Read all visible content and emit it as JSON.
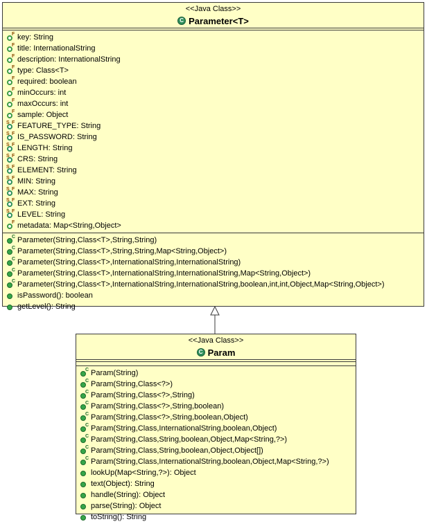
{
  "classes": {
    "parameter": {
      "stereotype": "<<Java Class>>",
      "name": "Parameter<T>",
      "icon_letter": "C",
      "fields": [
        {
          "text": "key: String",
          "kind": "final"
        },
        {
          "text": "title: InternationalString",
          "kind": "final"
        },
        {
          "text": "description: InternationalString",
          "kind": "final"
        },
        {
          "text": "type: Class<T>",
          "kind": "final"
        },
        {
          "text": "required: boolean",
          "kind": "final"
        },
        {
          "text": "minOccurs: int",
          "kind": "final"
        },
        {
          "text": "maxOccurs: int",
          "kind": "final"
        },
        {
          "text": "sample: Object",
          "kind": "final"
        },
        {
          "text": "FEATURE_TYPE: String",
          "kind": "static-final"
        },
        {
          "text": "IS_PASSWORD: String",
          "kind": "static-final"
        },
        {
          "text": "LENGTH: String",
          "kind": "static-final"
        },
        {
          "text": "CRS: String",
          "kind": "static-final"
        },
        {
          "text": "ELEMENT: String",
          "kind": "static-final"
        },
        {
          "text": "MIN: String",
          "kind": "static-final"
        },
        {
          "text": "MAX: String",
          "kind": "static-final"
        },
        {
          "text": "EXT: String",
          "kind": "static-final"
        },
        {
          "text": "LEVEL: String",
          "kind": "static-final"
        },
        {
          "text": "metadata: Map<String,Object>",
          "kind": "final"
        }
      ],
      "methods": [
        {
          "text": "Parameter(String,Class<T>,String,String)",
          "kind": "constructor"
        },
        {
          "text": "Parameter(String,Class<T>,String,String,Map<String,Object>)",
          "kind": "constructor"
        },
        {
          "text": "Parameter(String,Class<T>,InternationalString,InternationalString)",
          "kind": "constructor"
        },
        {
          "text": "Parameter(String,Class<T>,InternationalString,InternationalString,Map<String,Object>)",
          "kind": "constructor"
        },
        {
          "text": "Parameter(String,Class<T>,InternationalString,InternationalString,boolean,int,int,Object,Map<String,Object>)",
          "kind": "constructor"
        },
        {
          "text": "isPassword(): boolean",
          "kind": "method"
        },
        {
          "text": "getLevel(): String",
          "kind": "method"
        }
      ]
    },
    "param": {
      "stereotype": "<<Java Class>>",
      "name": "Param",
      "icon_letter": "C",
      "methods": [
        {
          "text": "Param(String)",
          "kind": "constructor"
        },
        {
          "text": "Param(String,Class<?>)",
          "kind": "constructor"
        },
        {
          "text": "Param(String,Class<?>,String)",
          "kind": "constructor"
        },
        {
          "text": "Param(String,Class<?>,String,boolean)",
          "kind": "constructor"
        },
        {
          "text": "Param(String,Class<?>,String,boolean,Object)",
          "kind": "constructor"
        },
        {
          "text": "Param(String,Class,InternationalString,boolean,Object)",
          "kind": "constructor"
        },
        {
          "text": "Param(String,Class,String,boolean,Object,Map<String,?>)",
          "kind": "constructor"
        },
        {
          "text": "Param(String,Class,String,boolean,Object,Object[])",
          "kind": "constructor"
        },
        {
          "text": "Param(String,Class,InternationalString,boolean,Object,Map<String,?>)",
          "kind": "constructor"
        },
        {
          "text": "lookUp(Map<String,?>): Object",
          "kind": "method"
        },
        {
          "text": "text(Object): String",
          "kind": "method"
        },
        {
          "text": "handle(String): Object",
          "kind": "method"
        },
        {
          "text": "parse(String): Object",
          "kind": "method"
        },
        {
          "text": "toString(): String",
          "kind": "method"
        }
      ]
    }
  },
  "relation": {
    "type": "generalization",
    "from": "Param",
    "to": "Parameter<T>"
  },
  "colors": {
    "class_fill": "#ffffc6",
    "border": "#3a3a3a",
    "icon_green": "#36a64a"
  }
}
